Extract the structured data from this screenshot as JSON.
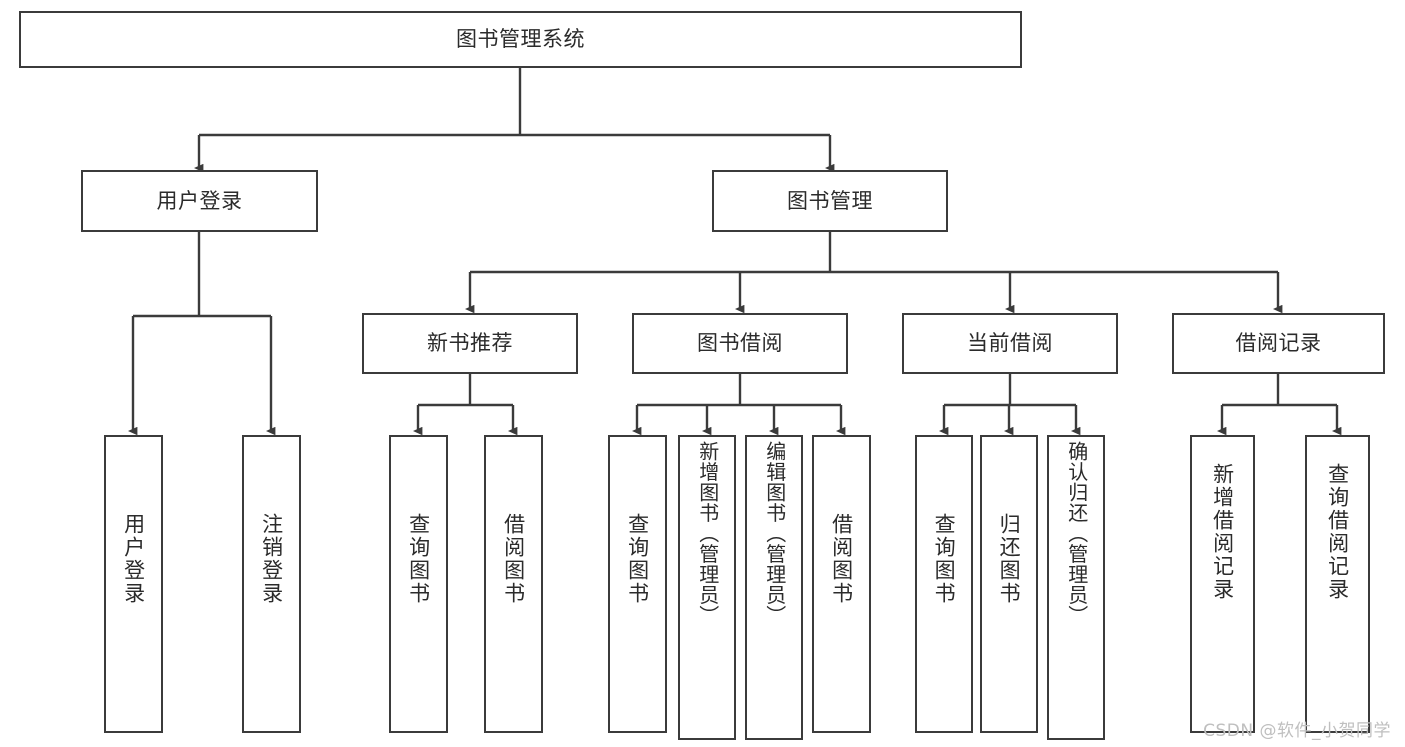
{
  "diagram": {
    "title": "图书管理系统",
    "type": "tree-hierarchy-diagram",
    "watermark": "CSDN @软件_小贺同学",
    "colors": {
      "box_border": "#3b3b3b",
      "box_fill": "#ffffff",
      "text": "#2b2b2b",
      "edge": "#3b3b3b",
      "background": "#ffffff",
      "watermark": "#bfbfbf"
    },
    "nodes": {
      "root": {
        "label": "图书管理系统"
      },
      "level2": {
        "user_login": {
          "label": "用户登录"
        },
        "book_manage": {
          "label": "图书管理"
        }
      },
      "level3": {
        "new_book_recommend": {
          "label": "新书推荐"
        },
        "book_borrow": {
          "label": "图书借阅"
        },
        "current_borrow": {
          "label": "当前借阅"
        },
        "borrow_record": {
          "label": "借阅记录"
        }
      },
      "leaves": {
        "user_login_1": {
          "label": "用户登录"
        },
        "user_login_2": {
          "label": "注销登录"
        },
        "recommend_1": {
          "label": "查询图书"
        },
        "recommend_2": {
          "label": "借阅图书"
        },
        "borrow_1": {
          "label": "查询图书"
        },
        "borrow_2": {
          "label": "新增图书（管理员）"
        },
        "borrow_3": {
          "label": "编辑图书（管理员）"
        },
        "borrow_4": {
          "label": "借阅图书"
        },
        "current_1": {
          "label": "查询图书"
        },
        "current_2": {
          "label": "归还图书"
        },
        "current_3": {
          "label": "确认归还（管理员）"
        },
        "record_1": {
          "label": "新增借阅记录"
        },
        "record_2": {
          "label": "查询借阅记录"
        }
      }
    }
  }
}
